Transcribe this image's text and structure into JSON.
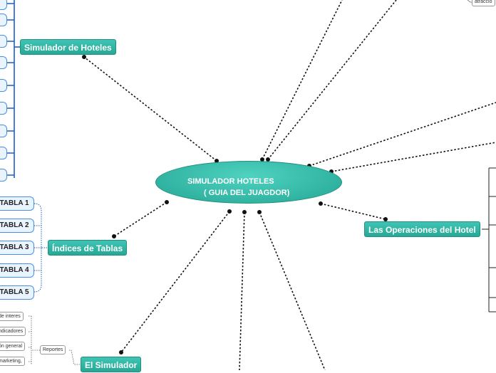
{
  "central": {
    "line1": "SIMULADOR HOTELES",
    "line2": "( GUIA DEL JUAGDOR)"
  },
  "topics": {
    "simulador_hoteles": "Simulador de Hoteles",
    "indices_tablas": "Índices de Tablas",
    "operaciones": "Las Operaciones del Hotel",
    "el_simulador": "El Simulador"
  },
  "tablas": [
    "TABLA 1",
    "TABLA 2",
    "TABLA 3",
    "TABLA 4",
    "TABLA 5"
  ],
  "simulador_children": [
    "de interes",
    "ndicadores",
    "ón general",
    "marketing,"
  ],
  "reportes": "Reportes",
  "top_right_note": "atraccio",
  "colors": {
    "topic": "#2fb5a4",
    "central": "#36bfad",
    "branch_blue": "#1a5fc7",
    "connector": "#111111"
  }
}
